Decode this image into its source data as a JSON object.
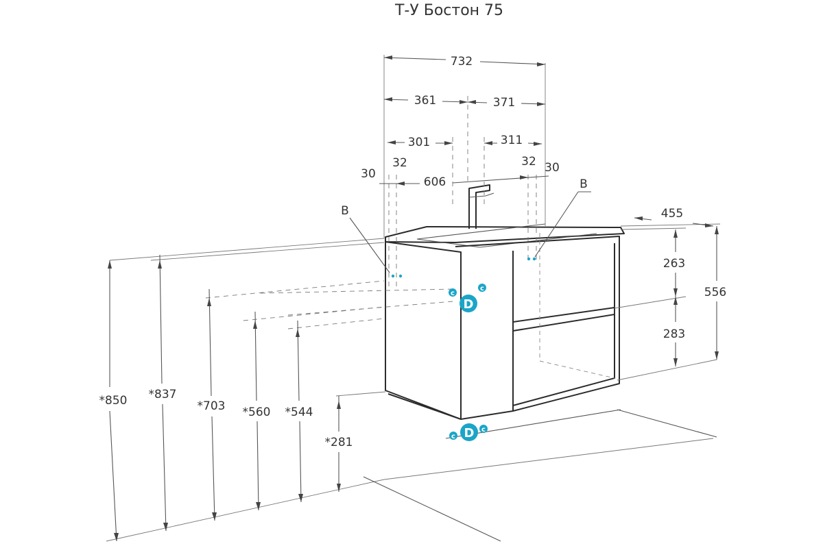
{
  "title": "Т-У Бостон 75",
  "dimensions": {
    "total_width": "732",
    "left_to_axis": "361",
    "right_from_axis": "371",
    "left_inner": "301",
    "right_inner": "311",
    "left_edge_offset": "30",
    "left_point_offset": "32",
    "right_point_offset": "32",
    "right_edge_offset": "30",
    "mount_span": "606",
    "depth": "455",
    "height_total": "556",
    "height_upper": "263",
    "height_lower": "283"
  },
  "heights": {
    "h850": "*850",
    "h837": "*837",
    "h703": "*703",
    "h560": "*560",
    "h544": "*544",
    "h281": "*281"
  },
  "labels": {
    "b_left": "B",
    "b_right": "B"
  },
  "connections": {
    "small": "c",
    "big": "D"
  },
  "colors": {
    "lines": "#2b2b2b",
    "connection_marker": "#1ba5c7"
  }
}
